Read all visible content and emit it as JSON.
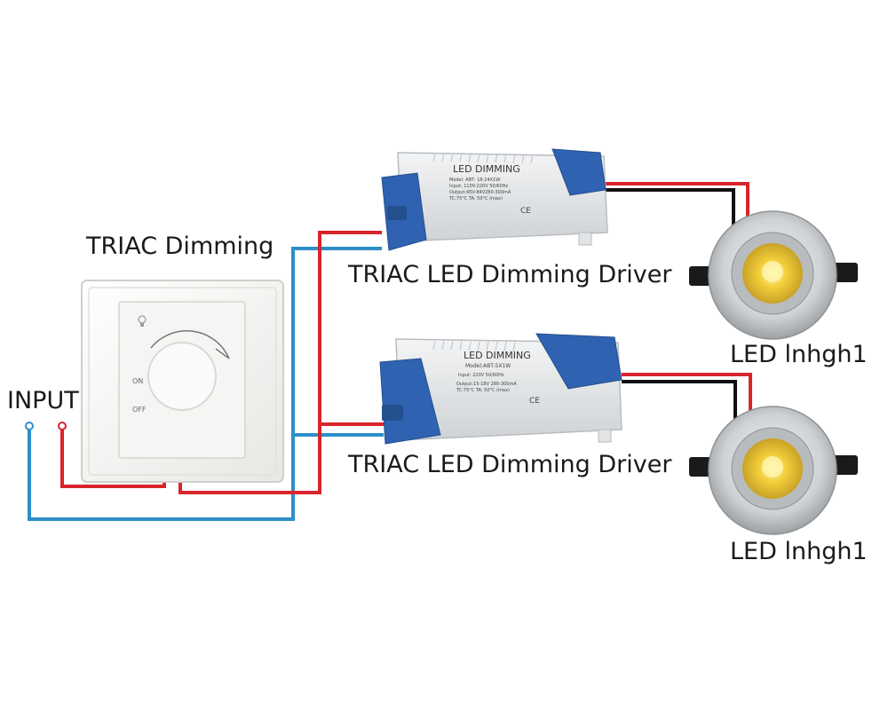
{
  "labels": {
    "triac_dimming": "TRIAC Dimming",
    "input": "INPUT",
    "driver_1": "TRIAC LED Dimming Driver",
    "driver_2": "TRIAC LED Dimming Driver",
    "led_1": "LED lnhgh1",
    "led_2": "LED lnhgh1"
  },
  "dimmer": {
    "on_label": "ON",
    "off_label": "OFF"
  },
  "driver_1_box": {
    "title": "LED DIMMING",
    "model": "Model: ABT- 18-24X1W",
    "input": "Input: 110V-220V 50/60Hz",
    "output": "Output:45V-84V280-300mA",
    "temp": "TC:75°C TA: 50°C (max)",
    "marks": "CE"
  },
  "driver_2_box": {
    "title": "LED DIMMING",
    "model": "Model:ABT-5X1W",
    "input": "Input: 220V 50/60Hz",
    "output": "Output:15-18V 280-300mA",
    "temp": "TC:75°C TA: 50°C (max)",
    "marks": "CE"
  },
  "colors": {
    "live_wire": "#d8242c",
    "neutral_wire": "#2d8fc7",
    "black_wire": "#111111",
    "driver_blue": "#2f62b0",
    "driver_body": "#e6e8ea",
    "led_face": "#f5d046"
  }
}
